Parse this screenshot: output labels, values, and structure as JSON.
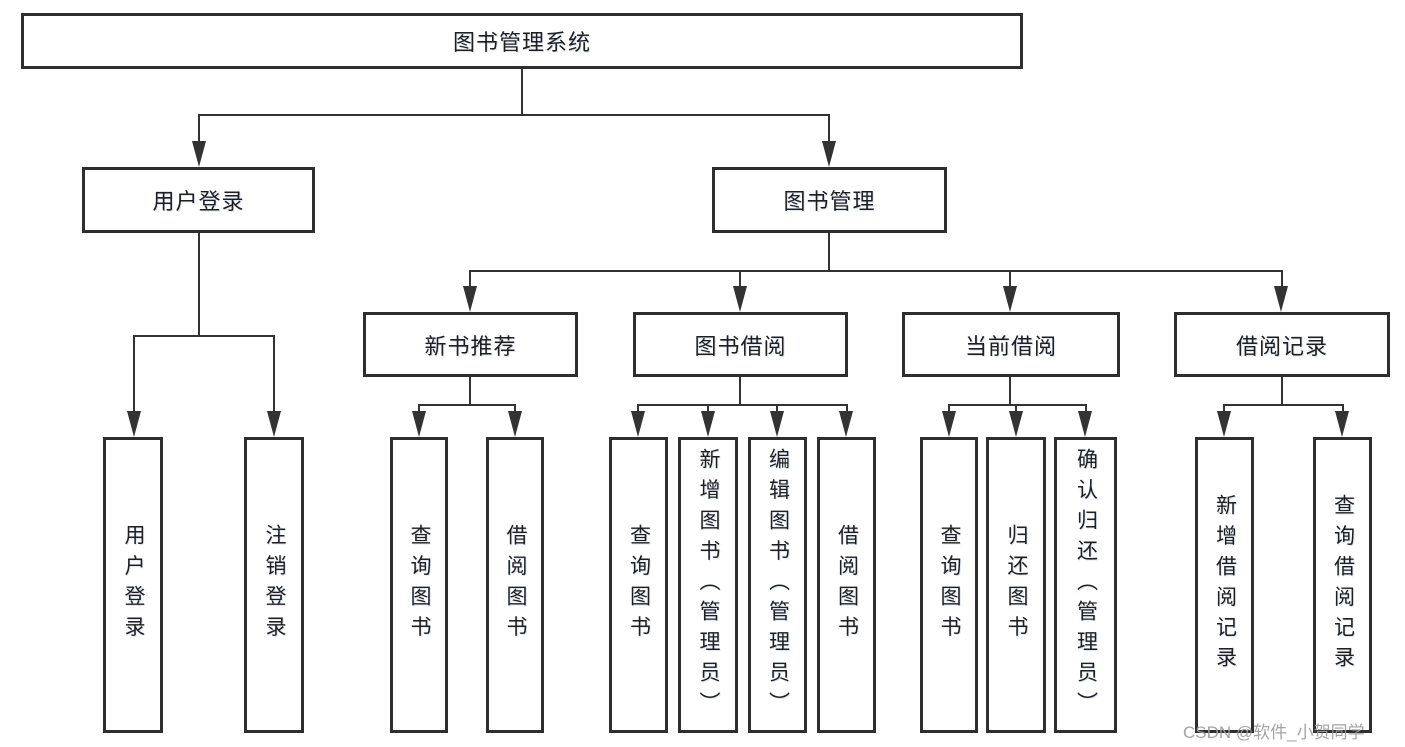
{
  "tree": {
    "label": "图书管理系统",
    "children": [
      {
        "label": "用户登录",
        "children": [
          {
            "label": "用户登录"
          },
          {
            "label": "注销登录"
          }
        ]
      },
      {
        "label": "图书管理",
        "children": [
          {
            "label": "新书推荐",
            "children": [
              {
                "label": "查询图书"
              },
              {
                "label": "借阅图书"
              }
            ]
          },
          {
            "label": "图书借阅",
            "children": [
              {
                "label": "查询图书"
              },
              {
                "label": "新增图书（管理员）"
              },
              {
                "label": "编辑图书（管理员）"
              },
              {
                "label": "借阅图书"
              }
            ]
          },
          {
            "label": "当前借阅",
            "children": [
              {
                "label": "查询图书"
              },
              {
                "label": "归还图书"
              },
              {
                "label": "确认归还（管理员）"
              }
            ]
          },
          {
            "label": "借阅记录",
            "children": [
              {
                "label": "新增借阅记录"
              },
              {
                "label": "查询借阅记录"
              }
            ]
          }
        ]
      }
    ]
  },
  "watermark": {
    "text": "CSDN @软件_小贺同学"
  },
  "colors": {
    "line": "#333333",
    "border": "#2e2e2e",
    "text": "#1f1f1f",
    "watermark": "#9c9c9c",
    "background": "#ffffff"
  }
}
